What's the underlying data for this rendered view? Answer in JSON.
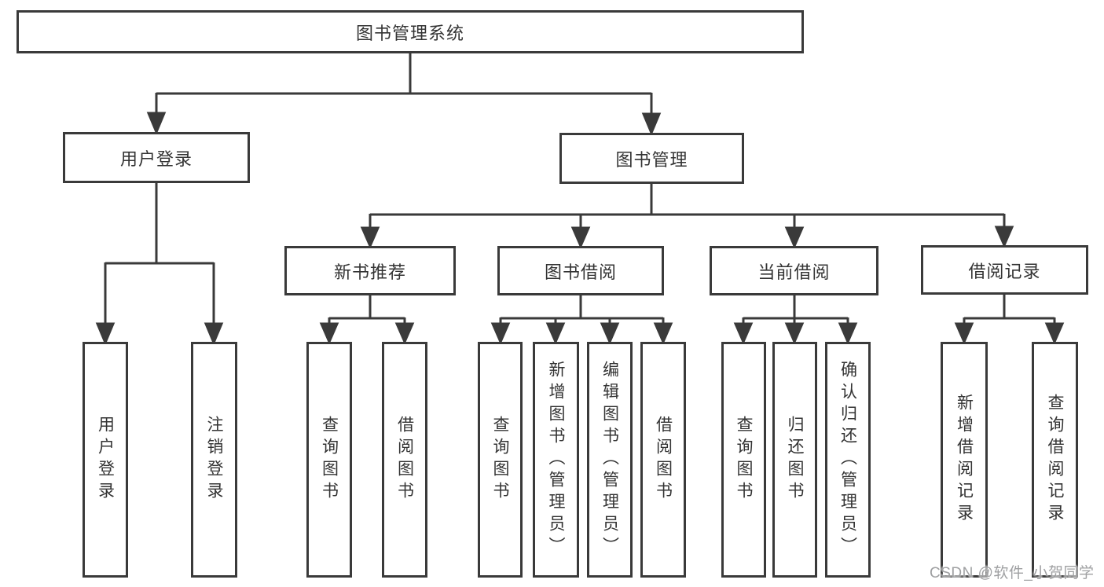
{
  "tree": {
    "label": "图书管理系统",
    "children": [
      {
        "label": "用户登录",
        "children": [
          {
            "label": "用户登录"
          },
          {
            "label": "注销登录"
          }
        ]
      },
      {
        "label": "图书管理",
        "children": [
          {
            "label": "新书推荐",
            "children": [
              {
                "label": "查询图书"
              },
              {
                "label": "借阅图书"
              }
            ]
          },
          {
            "label": "图书借阅",
            "children": [
              {
                "label": "查询图书"
              },
              {
                "label": "新增图书（管理员）"
              },
              {
                "label": "编辑图书（管理员）"
              },
              {
                "label": "借阅图书"
              }
            ]
          },
          {
            "label": "当前借阅",
            "children": [
              {
                "label": "查询图书"
              },
              {
                "label": "归还图书"
              },
              {
                "label": "确认归还（管理员）"
              }
            ]
          },
          {
            "label": "借阅记录",
            "children": [
              {
                "label": "新增借阅记录"
              },
              {
                "label": "查询借阅记录"
              }
            ]
          }
        ]
      }
    ]
  },
  "watermark": "CSDN @软件_小贺同学",
  "colors": {
    "line": "#3a3a3a",
    "text": "#333333",
    "box_background": "#ffffff",
    "watermark": "#9fa0a2"
  }
}
